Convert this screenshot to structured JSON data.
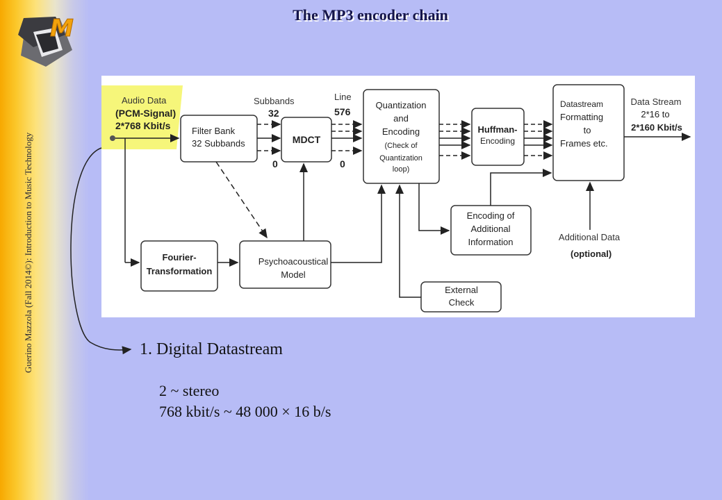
{
  "slide": {
    "title": "The MP3 encoder chain",
    "side_caption": "Guerino Mazzola (Fall 2014©): Introduction to Music Technology"
  },
  "logo": {
    "icon": "triangle-m-logo-icon",
    "accent": "#f2a20c"
  },
  "diagram": {
    "labels": {
      "audio_data": "Audio Data",
      "pcm_signal": "(PCM-Signal)",
      "pcm_rate": "2*768 Kbit/s",
      "subbands": "Subbands",
      "subbands_count": "32",
      "line": "Line",
      "line_count": "576",
      "zero_left": "0",
      "zero_right": "0",
      "data_stream": "Data Stream",
      "data_stream_rate_a": "2*16 to",
      "data_stream_rate_b": "2*160 Kbit/s",
      "additional_data": "Additional Data",
      "optional": "(optional)"
    },
    "blocks": {
      "filter_bank": [
        "Filter Bank",
        "32 Subbands"
      ],
      "mdct": "MDCT",
      "quantization": [
        "Quantization",
        "and",
        "Encoding",
        "(Check of",
        "Quantization",
        "loop)"
      ],
      "huffman": [
        "Huffman-",
        "Encoding"
      ],
      "datastream": [
        "Datastream",
        "Formatting",
        "to",
        "Frames etc."
      ],
      "fourier": [
        "Fourier-",
        "Transformation"
      ],
      "psycho": [
        "Psychoacoustical",
        "Model"
      ],
      "additional_info": [
        "Encoding of",
        "Additional",
        "Information"
      ],
      "external_check": [
        "External",
        "Check"
      ]
    },
    "highlight_color": "#f6f67a"
  },
  "bullet": {
    "text": "1. Digital Datastream"
  },
  "notes": [
    "2 ~ stereo",
    "768 kbit/s ~ 48 000 × 16 b/s"
  ]
}
